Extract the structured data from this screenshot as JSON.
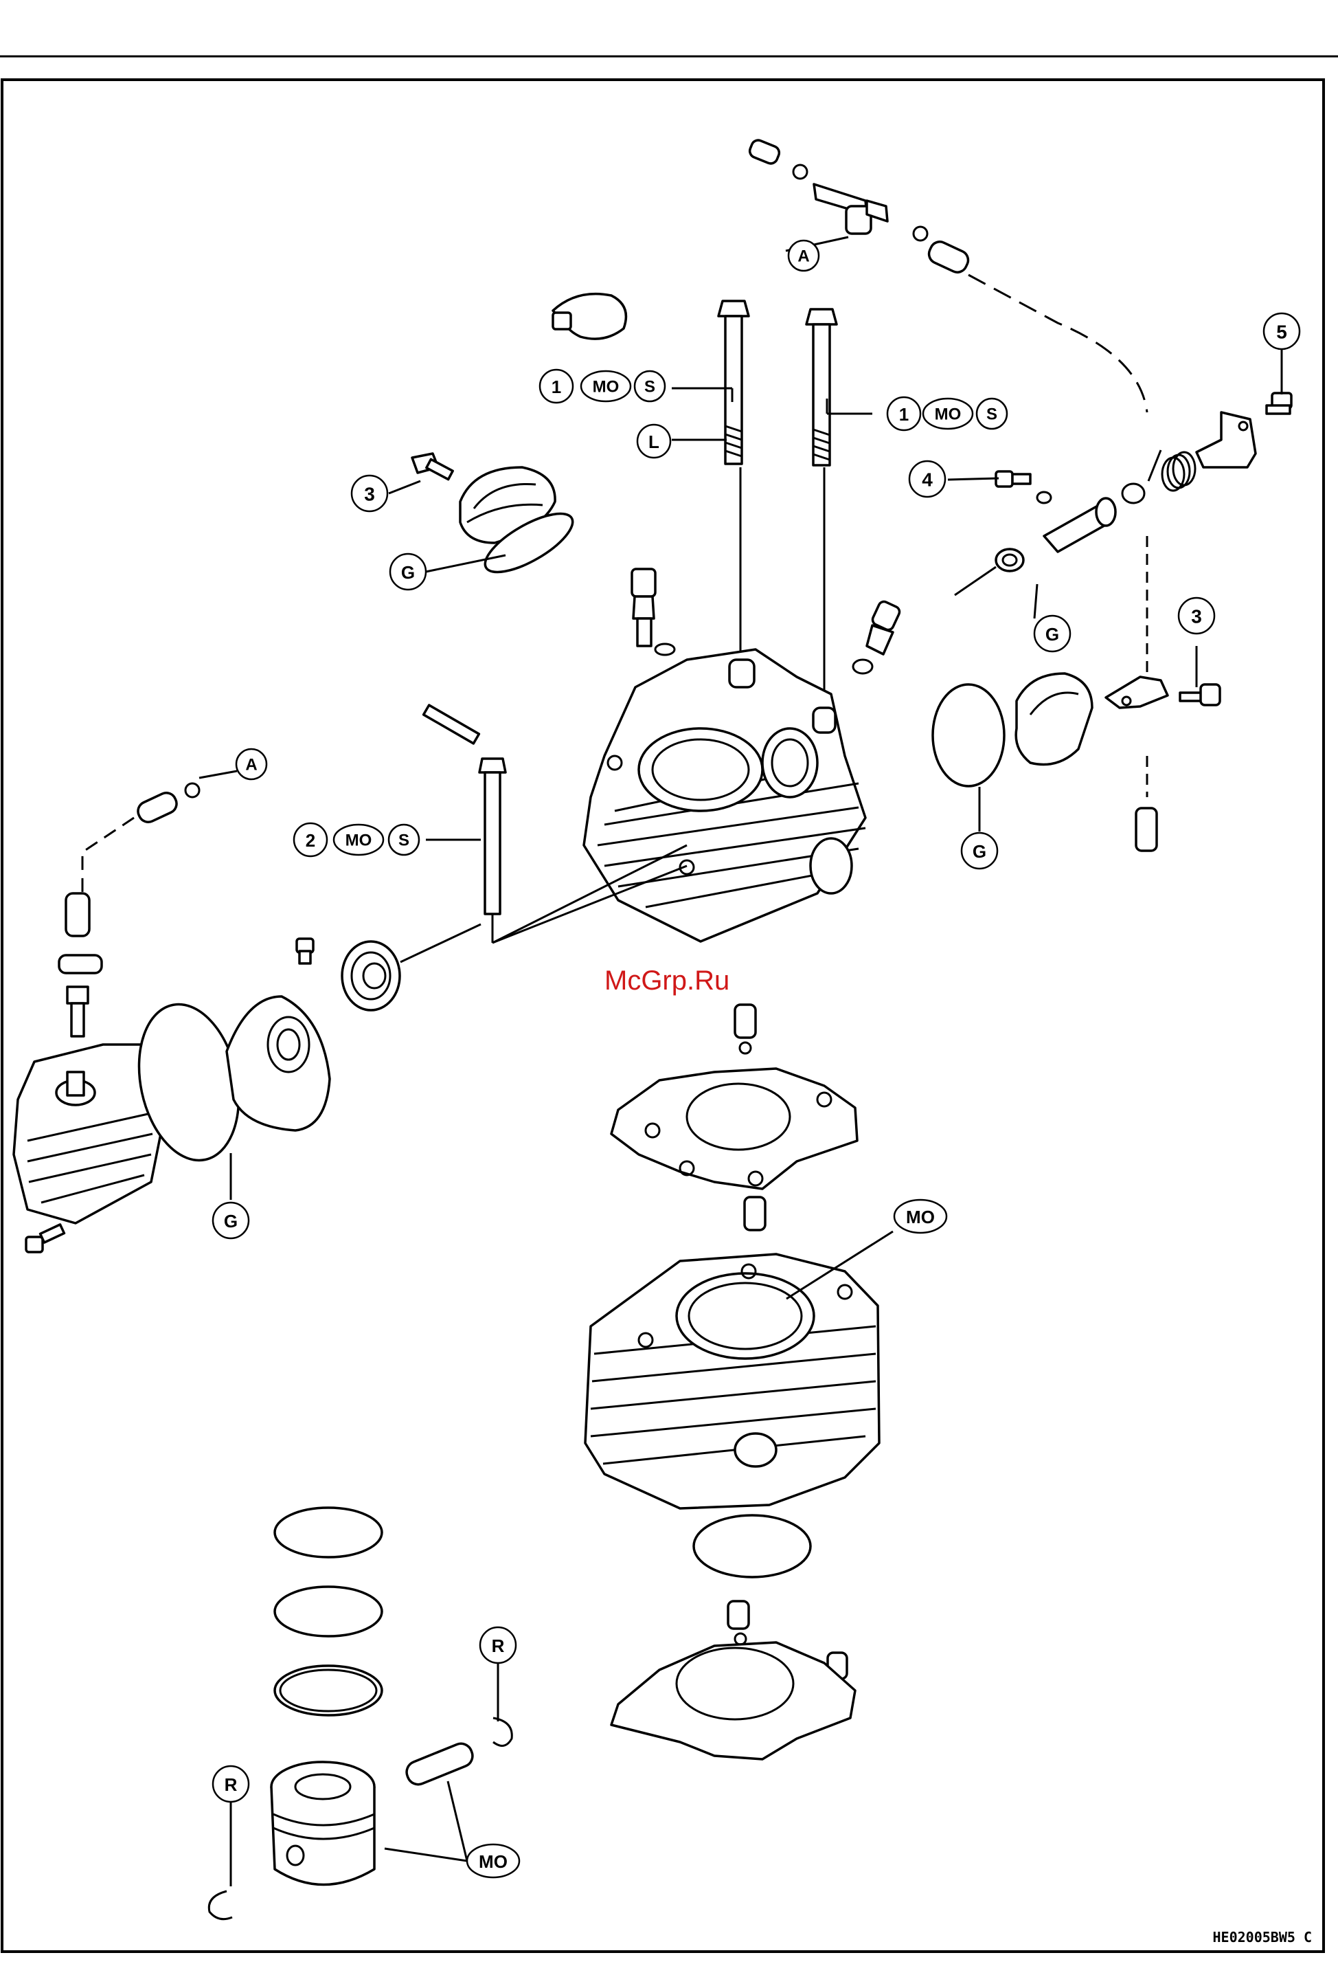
{
  "watermark": "McGrp.Ru",
  "figure_code": "HE02005BW5  C",
  "callouts": {
    "c1a": {
      "num": "1",
      "marks": [
        "MO",
        "S"
      ]
    },
    "c1b": {
      "num": "1",
      "marks": [
        "MO",
        "S"
      ]
    },
    "c2": {
      "num": "2",
      "marks": [
        "MO",
        "S"
      ]
    },
    "c3a": "3",
    "c3b": "3",
    "c4": "4",
    "c5": "5",
    "L": "L",
    "A_top": "A",
    "A_left": "A",
    "G_intake": "G",
    "G_shaft": "G",
    "G_cover": "G",
    "G_left": "G",
    "MO_cyl": "MO",
    "MO_pin": "MO",
    "R_right": "R",
    "R_left": "R"
  }
}
